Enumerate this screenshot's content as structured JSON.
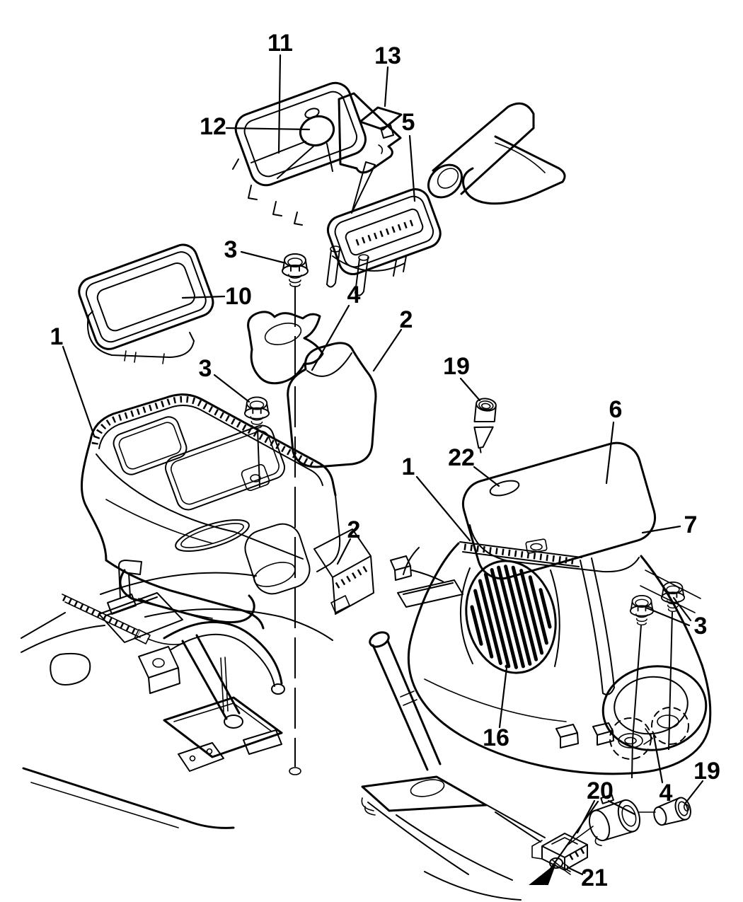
{
  "canvas": {
    "background_color": "#ffffff",
    "line_color": "#000000",
    "kind": "exploded-parts-line-diagram"
  },
  "callouts": [
    {
      "id": "11",
      "label": "11"
    },
    {
      "id": "13",
      "label": "13"
    },
    {
      "id": "12",
      "label": "12"
    },
    {
      "id": "5",
      "label": "5"
    },
    {
      "id": "3a",
      "label": "3"
    },
    {
      "id": "10",
      "label": "10"
    },
    {
      "id": "4a",
      "label": "4"
    },
    {
      "id": "2a",
      "label": "2"
    },
    {
      "id": "1a",
      "label": "1"
    },
    {
      "id": "3b",
      "label": "3"
    },
    {
      "id": "19a",
      "label": "19"
    },
    {
      "id": "6",
      "label": "6"
    },
    {
      "id": "22",
      "label": "22"
    },
    {
      "id": "1b",
      "label": "1"
    },
    {
      "id": "7",
      "label": "7"
    },
    {
      "id": "2b",
      "label": "2"
    },
    {
      "id": "3c",
      "label": "3"
    },
    {
      "id": "16",
      "label": "16"
    },
    {
      "id": "4b",
      "label": "4"
    },
    {
      "id": "19b",
      "label": "19"
    },
    {
      "id": "20",
      "label": "20"
    },
    {
      "id": "21",
      "label": "21"
    }
  ]
}
